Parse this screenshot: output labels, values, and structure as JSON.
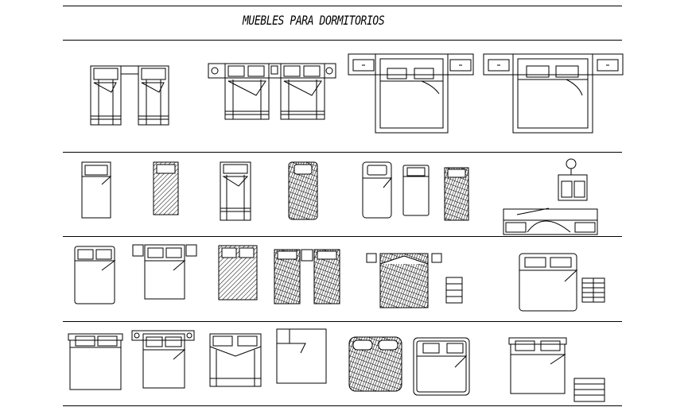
{
  "drawing": {
    "title": "MUEBLES PARA DORMITORIOS"
  },
  "rows": [
    {
      "name": "row-1",
      "items": [
        "twin-beds-pair",
        "twin-beds-nightstands",
        "double-bed-nightstands",
        "king-bed-nightstands"
      ]
    },
    {
      "name": "row-2",
      "items": [
        "single-bed-a",
        "single-bed-hatched",
        "single-bed-footboard",
        "single-bed-crosshatch",
        "single-bed-rounded",
        "single-bed-small",
        "single-bed-crosshatch-small",
        "desk-with-lamp"
      ]
    },
    {
      "name": "row-3",
      "items": [
        "double-bed-a",
        "double-bed-nightstands",
        "double-bed-hatched",
        "twin-beds-crosshatch",
        "double-bed-crosshatch",
        "dresser-small",
        "queen-bed",
        "dresser-wide"
      ]
    },
    {
      "name": "row-4",
      "items": [
        "double-bed-headboard",
        "double-bed-lamps",
        "double-bed-posts",
        "double-bed-plain",
        "double-bed-round-crosshatch",
        "double-bed-rounded",
        "queen-bed-headboard",
        "dresser-tall"
      ]
    }
  ],
  "colors": {
    "line": "#000000",
    "background": "#ffffff"
  }
}
